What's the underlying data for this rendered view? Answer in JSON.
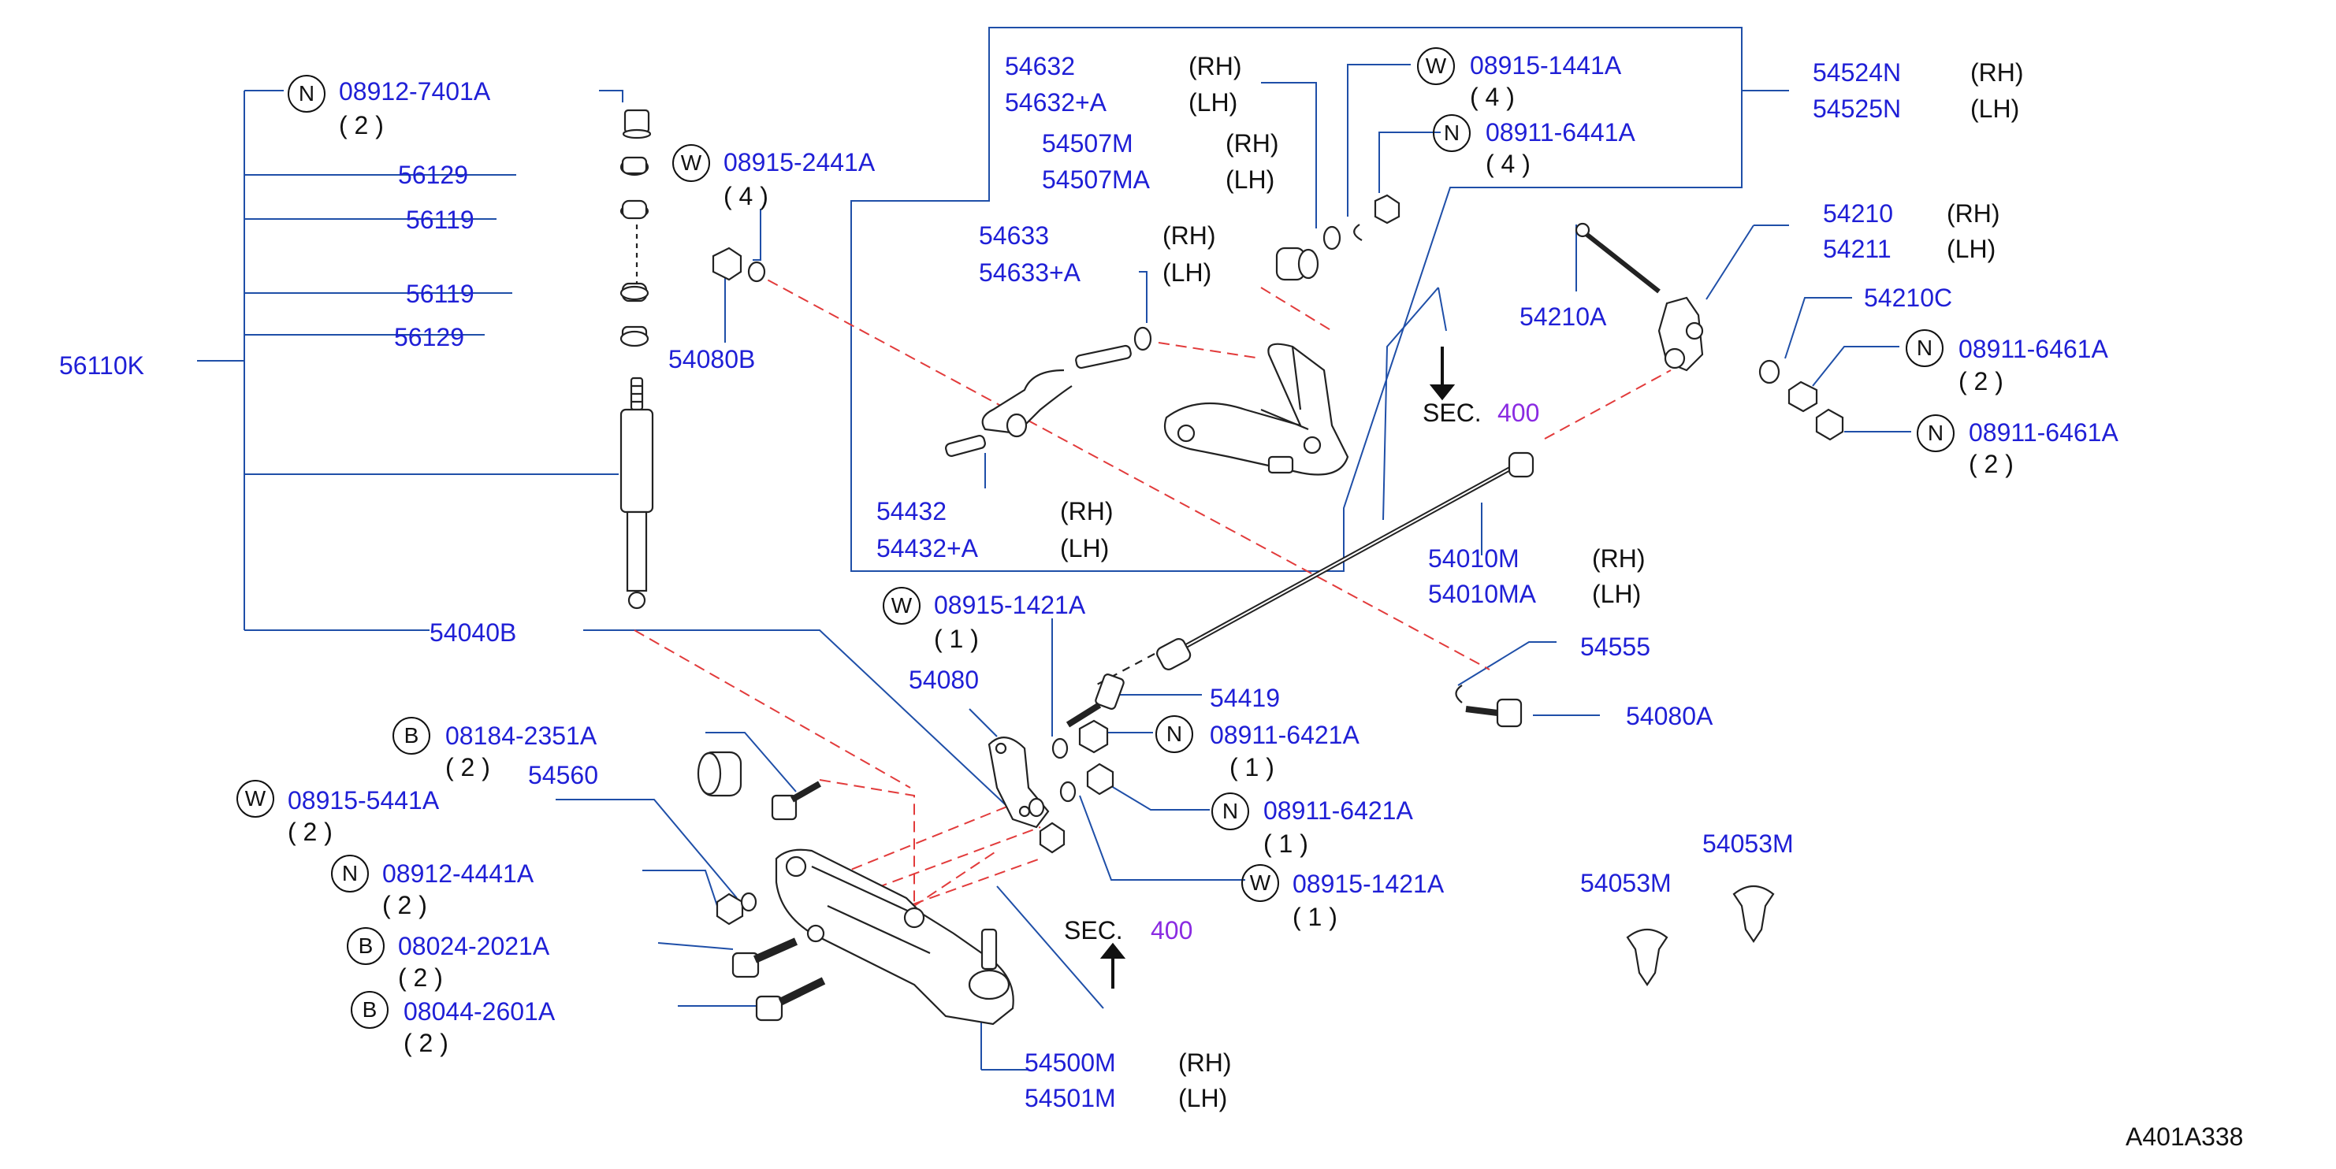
{
  "diagram_id": "A401A338",
  "sec_label": "SEC.",
  "sec_number": "400",
  "colors": {
    "part_number": "#1f1fd6",
    "section_number": "#8a2be2",
    "leader": "#1f4fa8",
    "dashed": "#e23b3b"
  },
  "labels": {
    "l1": "08912-7401A",
    "q1": "( 2 )",
    "l2": "56129",
    "l3": "56119",
    "l4": "56119",
    "l5": "56129",
    "l6": "56110K",
    "l7": "08915-2441A",
    "q7": "( 4 )",
    "l8": "54080B",
    "l9": "54632",
    "l9s": "(RH)",
    "l10": "54632+A",
    "l10s": "(LH)",
    "l11": "54507M",
    "l11s": "(RH)",
    "l12": "54507MA",
    "l12s": "(LH)",
    "l13": "54633",
    "l13s": "(RH)",
    "l14": "54633+A",
    "l14s": "(LH)",
    "l15": "08915-1441A",
    "q15": "( 4 )",
    "l16": "08911-6441A",
    "q16": "( 4 )",
    "l17": "54524N",
    "l17s": "(RH)",
    "l18": "54525N",
    "l18s": "(LH)",
    "l19": "54210",
    "l19s": "(RH)",
    "l20": "54211",
    "l20s": "(LH)",
    "l21": "54210A",
    "l22": "54210C",
    "l23": "08911-6461A",
    "q23": "( 2 )",
    "l24": "08911-6461A",
    "q24": "( 2 )",
    "l25": "54432",
    "l25s": "(RH)",
    "l26": "54432+A",
    "l26s": "(LH)",
    "l27": "54010M",
    "l27s": "(RH)",
    "l28": "54010MA",
    "l28s": "(LH)",
    "l29": "08915-1421A",
    "q29": "( 1 )",
    "l30": "54040B",
    "l31": "54555",
    "l32": "54080",
    "l33": "54419",
    "l34": "08911-6421A",
    "q34": "( 1 )",
    "l35": "54080A",
    "l36": "08184-2351A",
    "q36": "( 2 )",
    "l37": "54560",
    "l38": "08915-5441A",
    "q38": "( 2 )",
    "l39": "08911-6421A",
    "q39": "( 1 )",
    "l40": "08912-4441A",
    "q40": "( 2 )",
    "l41": "08915-1421A",
    "q41": "( 1 )",
    "l42": "08024-2021A",
    "q42": "( 2 )",
    "l43": "08044-2601A",
    "q43": "( 2 )",
    "l44": "54053M",
    "l45": "54053M",
    "l46": "54500M",
    "l46s": "(RH)",
    "l47": "54501M",
    "l47s": "(LH)"
  },
  "circles": {
    "c1": "N",
    "c7": "W",
    "c15": "W",
    "c16": "N",
    "c23": "N",
    "c24": "N",
    "c29": "W",
    "c34": "N",
    "c36": "B",
    "c38": "W",
    "c39": "N",
    "c40": "N",
    "c41": "W",
    "c42": "B",
    "c43": "B"
  }
}
